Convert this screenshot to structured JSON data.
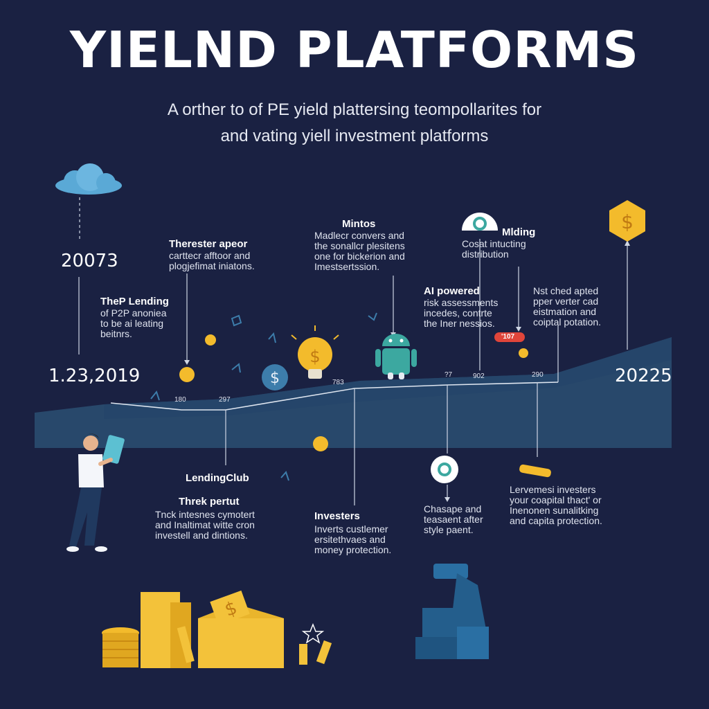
{
  "header": {
    "title": "YIELND PLATFORMS",
    "subtitle_line1": "A orther to of PE yield plattersing teompollarites for",
    "subtitle_line2": "and vating yiell investment platforms"
  },
  "timeline": {
    "years": {
      "y1": "20073",
      "y2": "1.23,2019",
      "y3": "20225"
    },
    "ticks": [
      "180",
      "297",
      "783",
      "?7",
      "902",
      "290"
    ],
    "badge": "'107"
  },
  "labels": {
    "p2p": {
      "title": "TheP Lending",
      "lines": [
        "of P2P anoniea",
        "to be ai leating",
        "beitnrs."
      ]
    },
    "therester": {
      "title": "Therester apeor",
      "lines": [
        "carttecr afftoor and",
        "plogjefimat iniatons."
      ]
    },
    "mintos": {
      "title": "Mintos",
      "lines": [
        "Madlecr convers and",
        "the sonallcr plesitens",
        "one for bickerion and",
        "Imestsertssion."
      ]
    },
    "ai": {
      "title": "AI powered",
      "lines": [
        "risk assessments",
        "incedes, contrte",
        "the Iner nessios."
      ]
    },
    "mlding": {
      "title": "Mlding",
      "lines": [
        "Cosat intucting",
        "distribution"
      ]
    },
    "net": {
      "title": "",
      "lines": [
        "Nst ched apted",
        "pper verter cad",
        "eistmation and",
        "coiptal potation."
      ]
    },
    "lendingclub": {
      "title": "LendingClub",
      "lines": []
    },
    "threk": {
      "title": "Threk pertut",
      "lines": [
        "Tnck intesnes cymotert",
        "and Inaltimat witte cron",
        "investell and dintions."
      ]
    },
    "investers": {
      "title": "Investers",
      "lines": [
        "Inverts custlemer",
        "ersitethvaes and",
        "money protection."
      ]
    },
    "chasape": {
      "title": "",
      "lines": [
        "Chasape and",
        "teasaent after",
        "style paent."
      ]
    },
    "lervemesi": {
      "title": "",
      "lines": [
        "Lervemesi investers",
        "your coapital thact' or",
        "Inenonen sunalitking",
        "and capita protection."
      ]
    }
  },
  "colors": {
    "background": "#1a2142",
    "ribbon": "#2b4f72",
    "coin": "#f3bb2c",
    "teal": "#3ca8a0",
    "cloud": "#5aa9d6"
  },
  "icons": [
    "cloud-icon",
    "dollar-coin-icon",
    "lightbulb-dollar-icon",
    "android-robot-icon",
    "hexagon-dollar-icon",
    "monitor-icon",
    "person-with-phone-icon",
    "gold-boxes-icon",
    "blue-machine-icon"
  ]
}
